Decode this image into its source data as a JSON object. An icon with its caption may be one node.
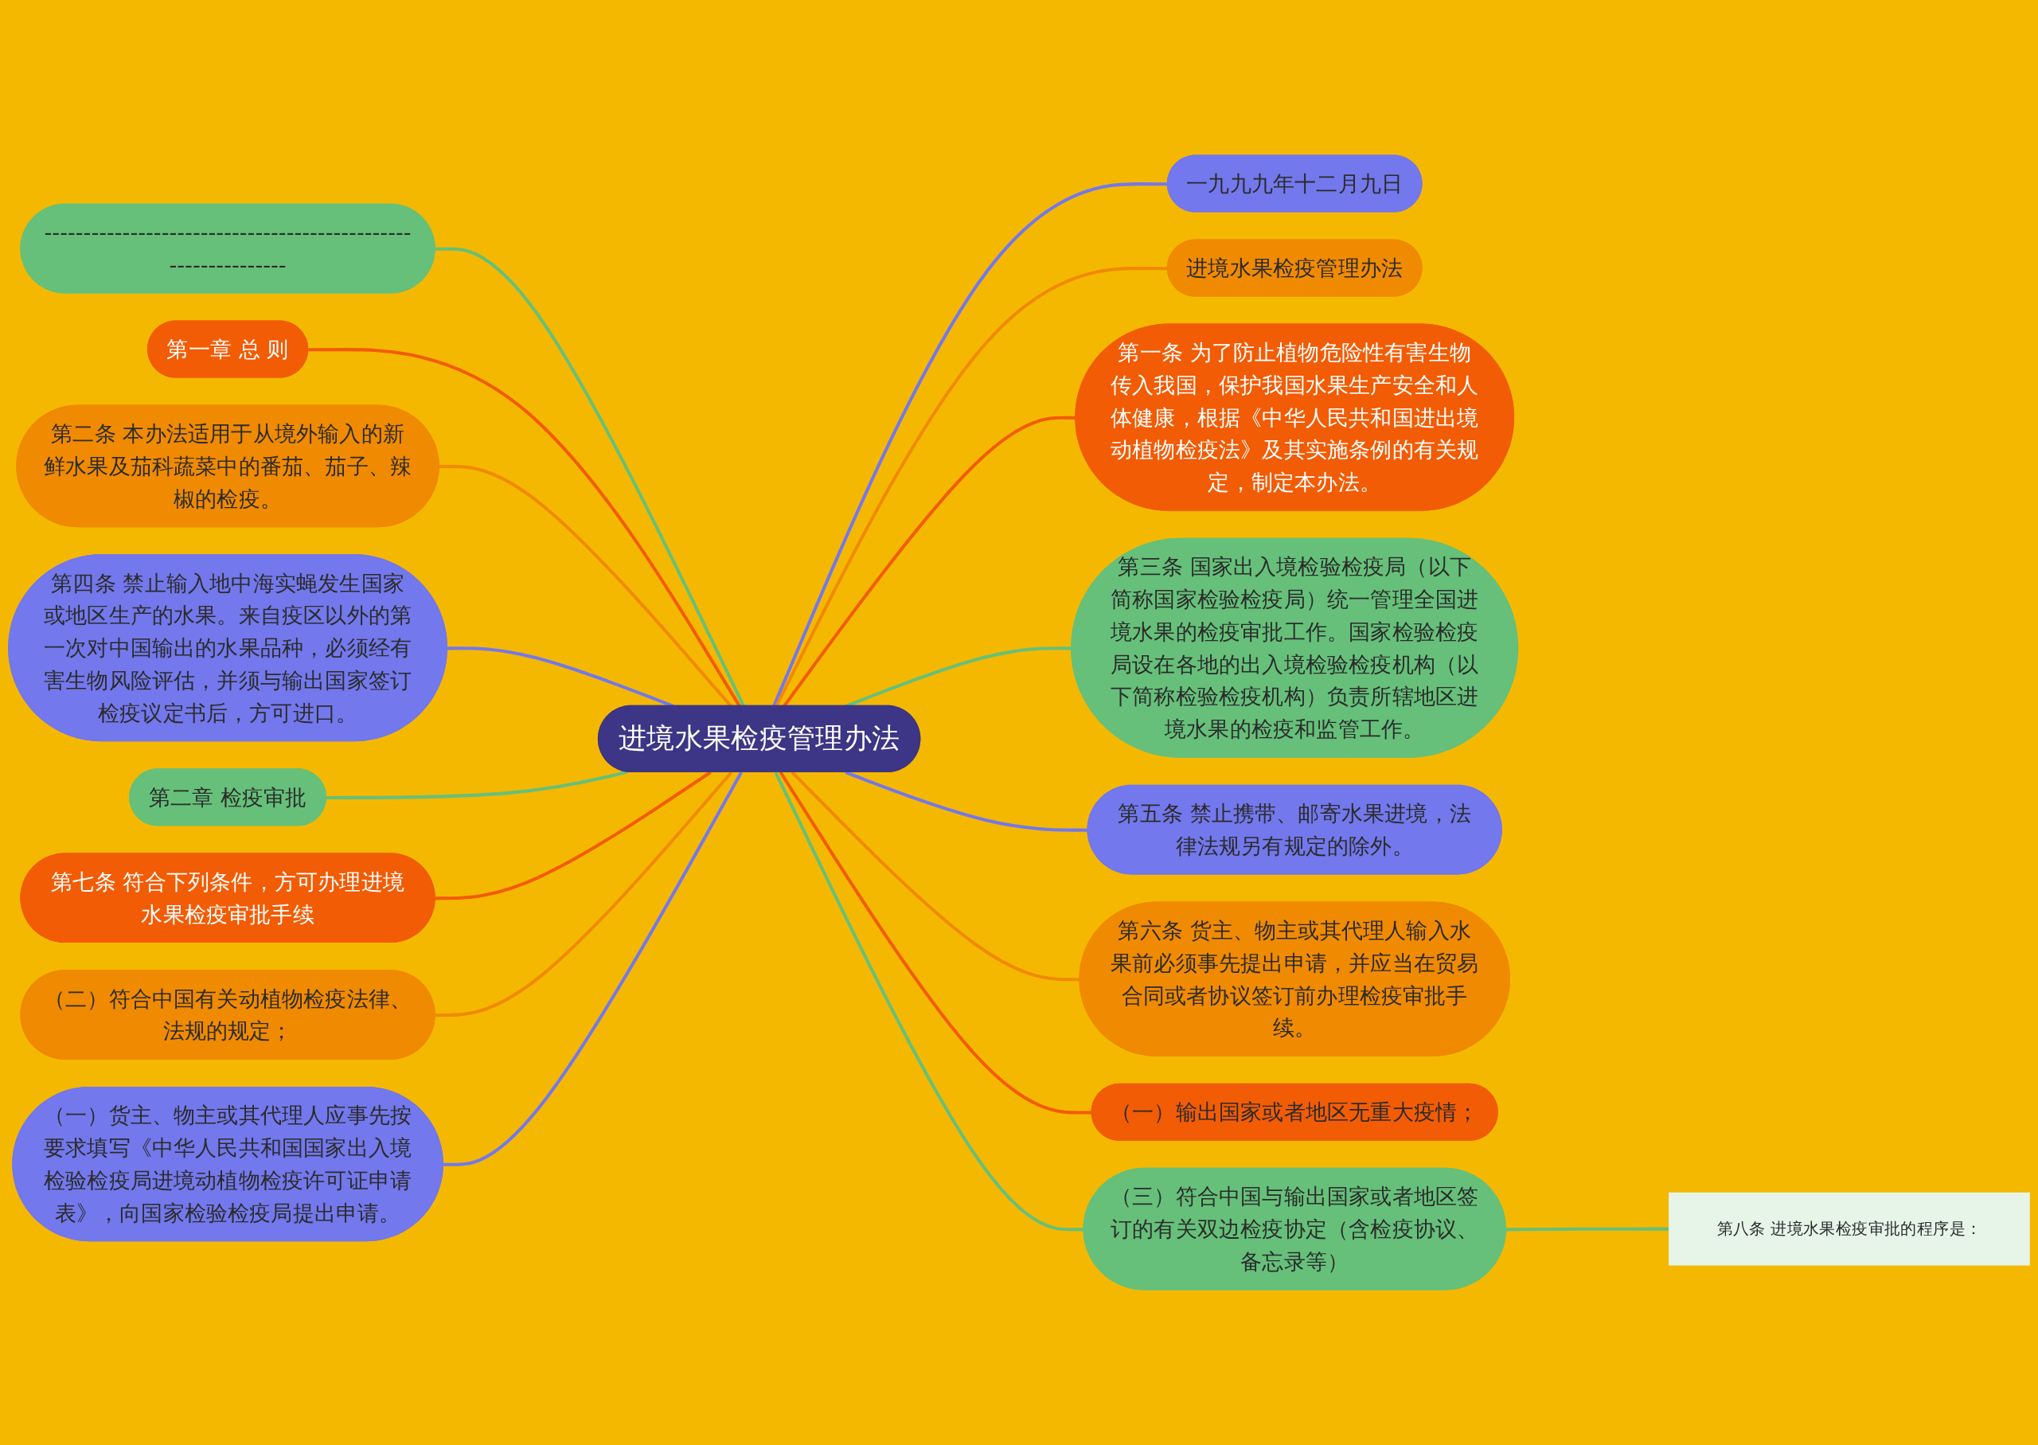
{
  "diagram": {
    "nodes": [
      {
        "text": [
          "进境水果检疫管理办法"
        ]
      },
      {
        "text": [
          "一九九九年十二月九日"
        ]
      },
      {
        "text": [
          "进境水果检疫管理办法"
        ]
      },
      {
        "text": [
          "第一条 为了防止植物危险性有害生物传入我国，保护我国水果生产安全和人体健康，根据《中华人民共和国进出境动植物检疫法》及其实施条例的有关规定，制定本办法。"
        ]
      },
      {
        "text": [
          "第三条 国家出入境检验检疫局（以下简称国家检验检疫局）统一管理全国进境水果的检疫审批工作。国家检验检疫局设在各地的出入境检验检疫机构（以下简称检验检疫机构）负责所辖地区进境水果的检疫和监管工作。"
        ]
      },
      {
        "text": [
          "第五条 禁止携带、邮寄水果进境，法律法规另有规定的除外。"
        ]
      },
      {
        "text": [
          "第六条 货主、物主或其代理人输入水果前必须事先提出申请，并应当在贸易合同或者协议签订前办理检疫审批手续。"
        ]
      },
      {
        "text": [
          "（一）输出国家或者地区无重大疫情；"
        ]
      },
      {
        "text": [
          "（三）符合中国与输出国家或者地区签订的有关双边检疫协定（含检疫协议、备忘录等）"
        ]
      },
      {
        "text": [
          "第八条 进境水果检疫审批的程序是："
        ]
      },
      {
        "text": [
          "--------------------------------------------------------------"
        ]
      },
      {
        "text": [
          "第一章 总 则"
        ]
      },
      {
        "text": [
          "第二条 本办法适用于从境外输入的新鲜水果及茄科蔬菜中的番茄、茄子、辣椒的检疫。"
        ]
      },
      {
        "text": [
          "第四条 禁止输入地中海实蝇发生国家或地区生产的水果。来自疫区以外的第一次对中国输出的水果品种，必须经有害生物风险评估，并须与输出国家签订检疫议定书后，方可进口。"
        ]
      },
      {
        "text": [
          "第二章 检疫审批"
        ]
      },
      {
        "text": [
          "第七条 符合下列条件，方可办理进境水果检疫审批手续"
        ]
      },
      {
        "text": [
          "（二）符合中国有关动植物检疫法律、法规的规定；"
        ]
      },
      {
        "text": [
          "（一）货主、物主或其代理人应事先按要求填写《中华人民共和国国家出入境检验检疫局进境动植物检疫许可证申请表》，向国家检验检疫局提出申请。"
        ]
      }
    ],
    "edges": [
      {
        "from": 0,
        "to": 1,
        "arrow": "none",
        "color": "#7378ec"
      },
      {
        "from": 0,
        "to": 2,
        "arrow": "none",
        "color": "#f08a00"
      },
      {
        "from": 0,
        "to": 3,
        "arrow": "none",
        "color": "#f25c05"
      },
      {
        "from": 0,
        "to": 4,
        "arrow": "none",
        "color": "#66c07a"
      },
      {
        "from": 0,
        "to": 5,
        "arrow": "none",
        "color": "#7378ec"
      },
      {
        "from": 0,
        "to": 6,
        "arrow": "none",
        "color": "#f08a00"
      },
      {
        "from": 0,
        "to": 7,
        "arrow": "none",
        "color": "#f25c05"
      },
      {
        "from": 0,
        "to": 8,
        "arrow": "none",
        "color": "#66c07a"
      },
      {
        "from": 8,
        "to": 9,
        "arrow": "none",
        "color": "#66c07a"
      },
      {
        "from": 0,
        "to": 10,
        "arrow": "none",
        "color": "#66c07a"
      },
      {
        "from": 0,
        "to": 11,
        "arrow": "none",
        "color": "#f25c05"
      },
      {
        "from": 0,
        "to": 12,
        "arrow": "none",
        "color": "#f08a00"
      },
      {
        "from": 0,
        "to": 13,
        "arrow": "none",
        "color": "#7378ec"
      },
      {
        "from": 0,
        "to": 14,
        "arrow": "none",
        "color": "#66c07a"
      },
      {
        "from": 0,
        "to": 15,
        "arrow": "none",
        "color": "#f25c05"
      },
      {
        "from": 0,
        "to": 16,
        "arrow": "none",
        "color": "#f08a00"
      },
      {
        "from": 0,
        "to": 17,
        "arrow": "none",
        "color": "#7378ec"
      }
    ]
  }
}
